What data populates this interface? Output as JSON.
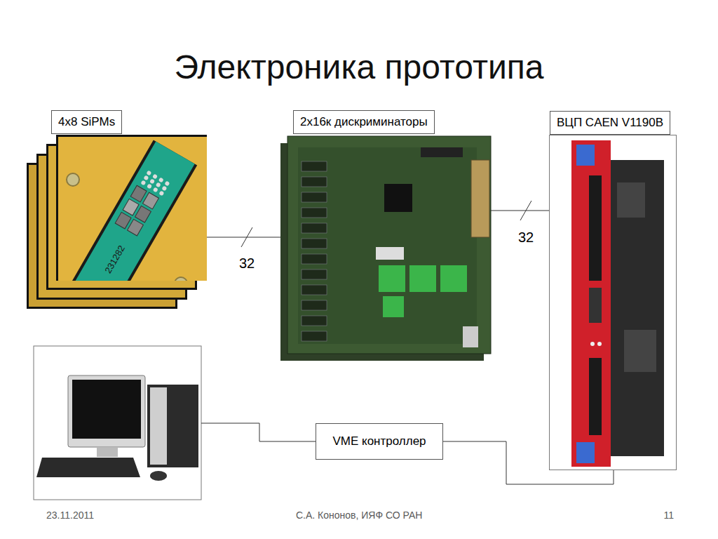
{
  "diagram": {
    "title": "Электроника прототипа",
    "nodes": [
      {
        "text": [
          "4x8 SiPMs"
        ]
      },
      {
        "text": [
          "2x16к дискриминаторы"
        ]
      },
      {
        "text": [
          "ВЦП CAEN V1190B"
        ]
      },
      {
        "text": [
          "VME контроллер"
        ]
      }
    ],
    "edges": [
      {
        "from": 0,
        "to": 1,
        "arrow": "none",
        "label": "32"
      },
      {
        "from": 1,
        "to": 2,
        "arrow": "none",
        "label": "32"
      },
      {
        "from": 3,
        "to": 2,
        "arrow": "none"
      }
    ],
    "labels": [
      "231282",
      "23.11.2011",
      "С.А. Кононов, ИЯФ СО РАН",
      "11"
    ]
  }
}
